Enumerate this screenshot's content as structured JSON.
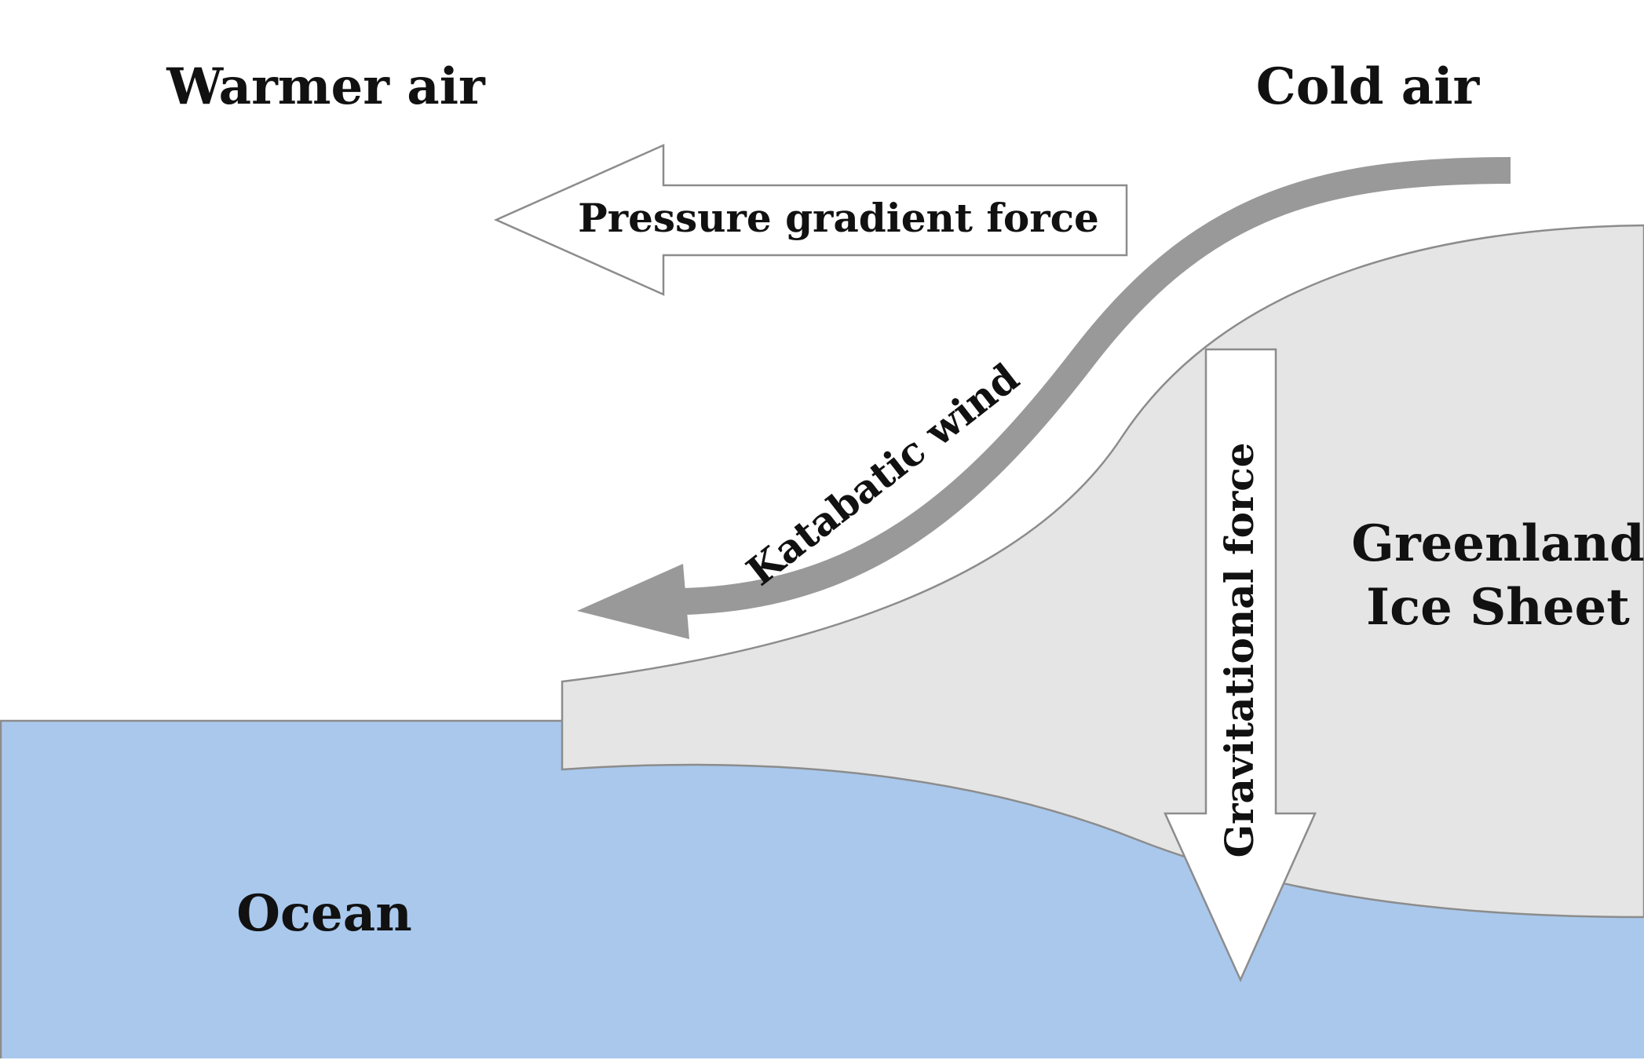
{
  "labels": {
    "warmer_air": "Warmer air",
    "cold_air": "Cold air",
    "pressure_gradient_force": "Pressure gradient force",
    "katabatic_wind": "Katabatic wind",
    "gravitational_force": "Gravitational force",
    "greenland_line1": "Greenland",
    "greenland_line2": "Ice Sheet",
    "ocean": "Ocean"
  },
  "colors": {
    "ocean_fill": "#a9c8ec",
    "ice_fill": "#e5e5e5",
    "outline": "#8c8c8c",
    "wind_arrow": "#999999",
    "force_arrow_fill": "#ffffff",
    "text": "#111111"
  }
}
